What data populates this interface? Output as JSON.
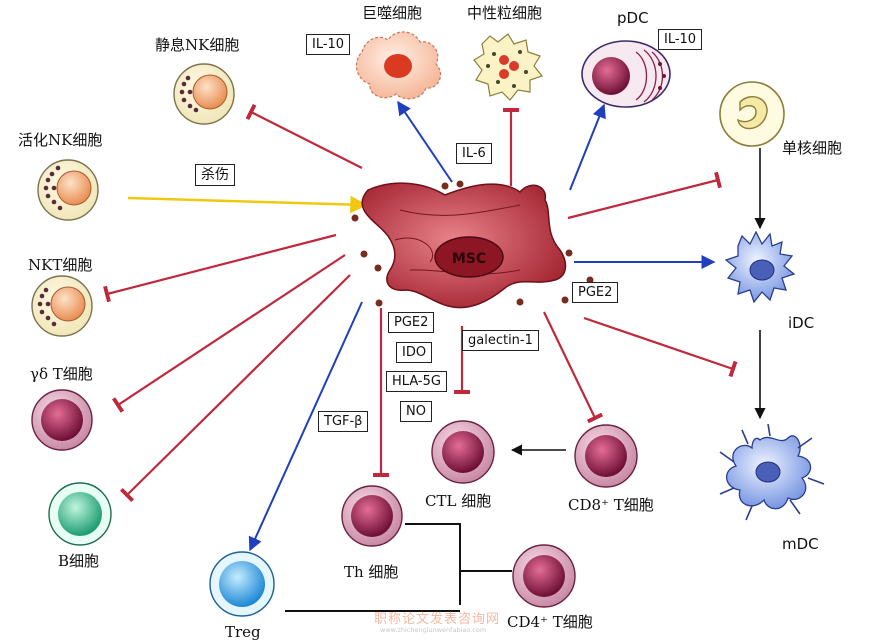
{
  "center": {
    "label": "MSC"
  },
  "cells": {
    "resting_nk": "静息NK细胞",
    "activated_nk": "活化NK细胞",
    "nkt": "NKT细胞",
    "gd_t": "γδ T细胞",
    "b_cell": "B细胞",
    "treg": "Treg",
    "th": "Th 细胞",
    "ctl": "CTL 细胞",
    "cd8": "CD8⁺ T细胞",
    "cd4": "CD4⁺ T细胞",
    "macrophage": "巨噬细胞",
    "neutrophil": "中性粒细胞",
    "pdc": "pDC",
    "monocyte": "单核细胞",
    "idc": "iDC",
    "mdc": "mDC"
  },
  "factors": {
    "kill": "杀伤",
    "il10_macrophage": "IL-10",
    "il10_pdc": "IL-10",
    "il6": "IL-6",
    "pge2_dc": "PGE2",
    "pge2": "PGE2",
    "ido": "IDO",
    "hla5g": "HLA-5G",
    "no": "NO",
    "galectin": "galectin-1",
    "tgfb": "TGF-β"
  },
  "watermark": {
    "line1": "职称论文发表咨询网",
    "line2": "www.zhichenglunwenfabiao.com"
  },
  "colors": {
    "inhibit": "#c0283b",
    "promote": "#1f3fbf",
    "kill": "#f2c80f",
    "msc": "#b8343f",
    "nk_nucleus": "#f0a070",
    "b_cell": "#2fb58a",
    "treg": "#2f9ee0",
    "lymphocyte": "#8e1f4a",
    "dc": "#5b7fd6"
  }
}
